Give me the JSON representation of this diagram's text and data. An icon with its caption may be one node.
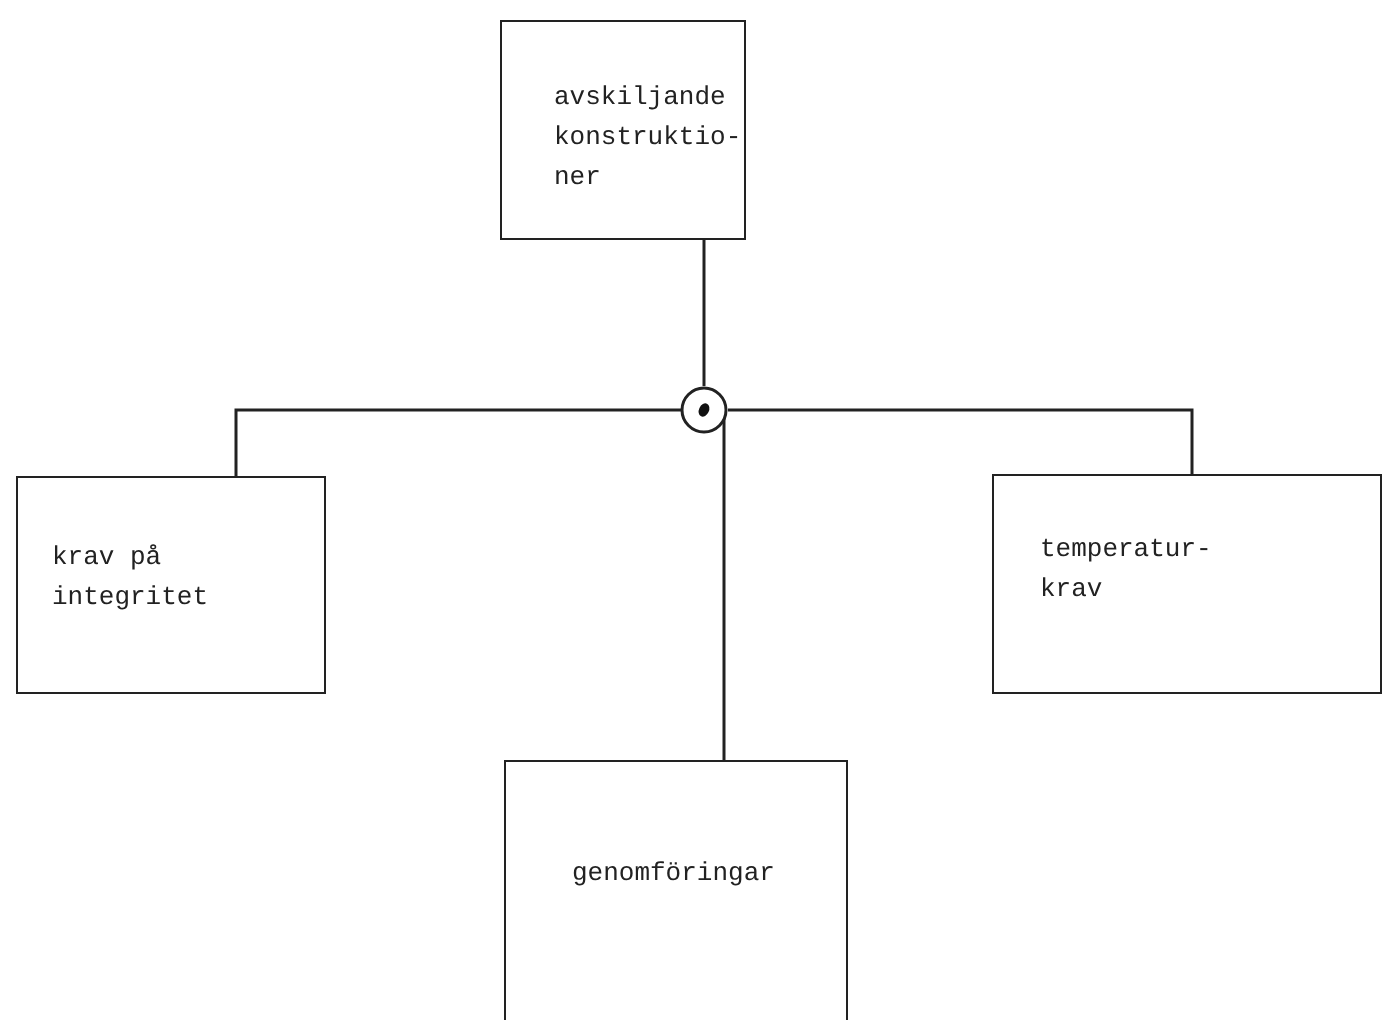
{
  "diagram": {
    "nodes": [
      {
        "text": [
          "avskiljande konstruktio- ner"
        ]
      },
      {
        "text": [],
        "shape": "circle"
      },
      {
        "text": [
          "krav på integritet"
        ]
      },
      {
        "text": [
          "temperatur- krav"
        ]
      },
      {
        "text": [
          "genomföringar"
        ]
      }
    ],
    "edges": [
      {
        "from": 0,
        "to": 1,
        "arrow": "none"
      },
      {
        "from": 1,
        "to": 2,
        "arrow": "none"
      },
      {
        "from": 1,
        "to": 4,
        "arrow": "none"
      },
      {
        "from": 1,
        "to": 3,
        "arrow": "none"
      }
    ]
  }
}
